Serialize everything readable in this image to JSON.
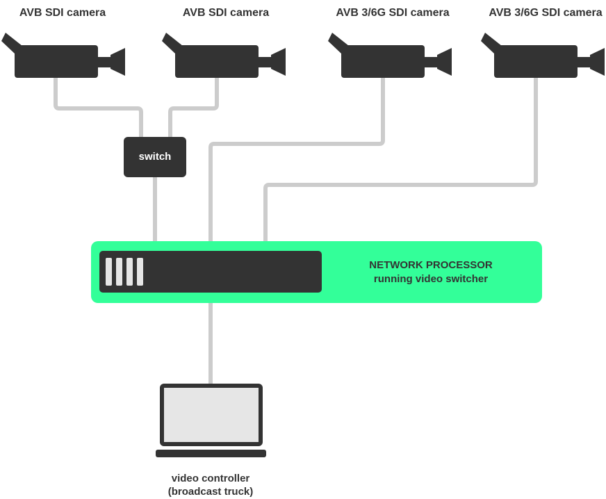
{
  "cameras": [
    {
      "label": "AVB SDI camera"
    },
    {
      "label": "AVB SDI camera"
    },
    {
      "label": "AVB 3/6G SDI camera"
    },
    {
      "label": "AVB 3/6G SDI camera"
    }
  ],
  "switch": {
    "label": "switch"
  },
  "network_processor": {
    "title": "NETWORK PROCESSOR",
    "subtitle": "running video switcher"
  },
  "controller": {
    "line1": "video controller",
    "line2": "(broadcast truck)"
  },
  "colors": {
    "device": "#333333",
    "cable": "#cccccc",
    "processor_bg": "#33ff99",
    "port": "#e6e6e6",
    "screen": "#e6e6e6"
  }
}
